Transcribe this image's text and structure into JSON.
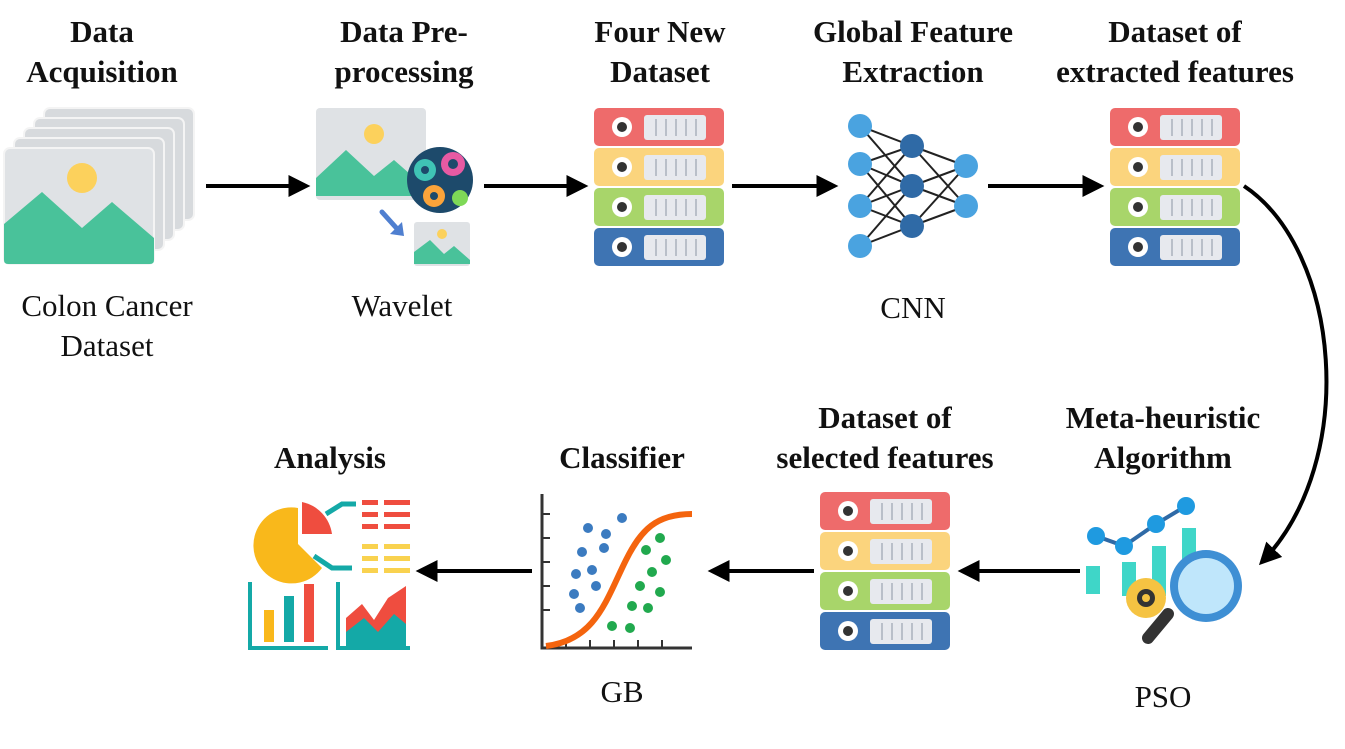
{
  "steps": {
    "acquisition": {
      "title": "Data\nAcquisition",
      "caption": "Colon Cancer\nDataset"
    },
    "preprocessing": {
      "title": "Data Pre-\nprocessing",
      "caption": "Wavelet"
    },
    "new_dataset": {
      "title": "Four New\nDataset"
    },
    "feature_extraction": {
      "title": "Global Feature\nExtraction",
      "caption": "CNN"
    },
    "extracted": {
      "title": "Dataset of\nextracted features"
    },
    "metaheuristic": {
      "title": "Meta-heuristic\nAlgorithm",
      "caption": "PSO"
    },
    "selected": {
      "title": "Dataset of\nselected features"
    },
    "classifier": {
      "title": "Classifier",
      "caption": "GB"
    },
    "analysis": {
      "title": "Analysis"
    }
  },
  "colors": {
    "db_red": "#ee6b6b",
    "db_yellow": "#fbd47d",
    "db_green": "#a8d56a",
    "db_blue": "#3e74b3",
    "nn_light": "#4aa3e0",
    "nn_dark": "#2f6aa6",
    "image_green": "#49c29a",
    "sun": "#fcd15c",
    "arrow": "#000000"
  }
}
